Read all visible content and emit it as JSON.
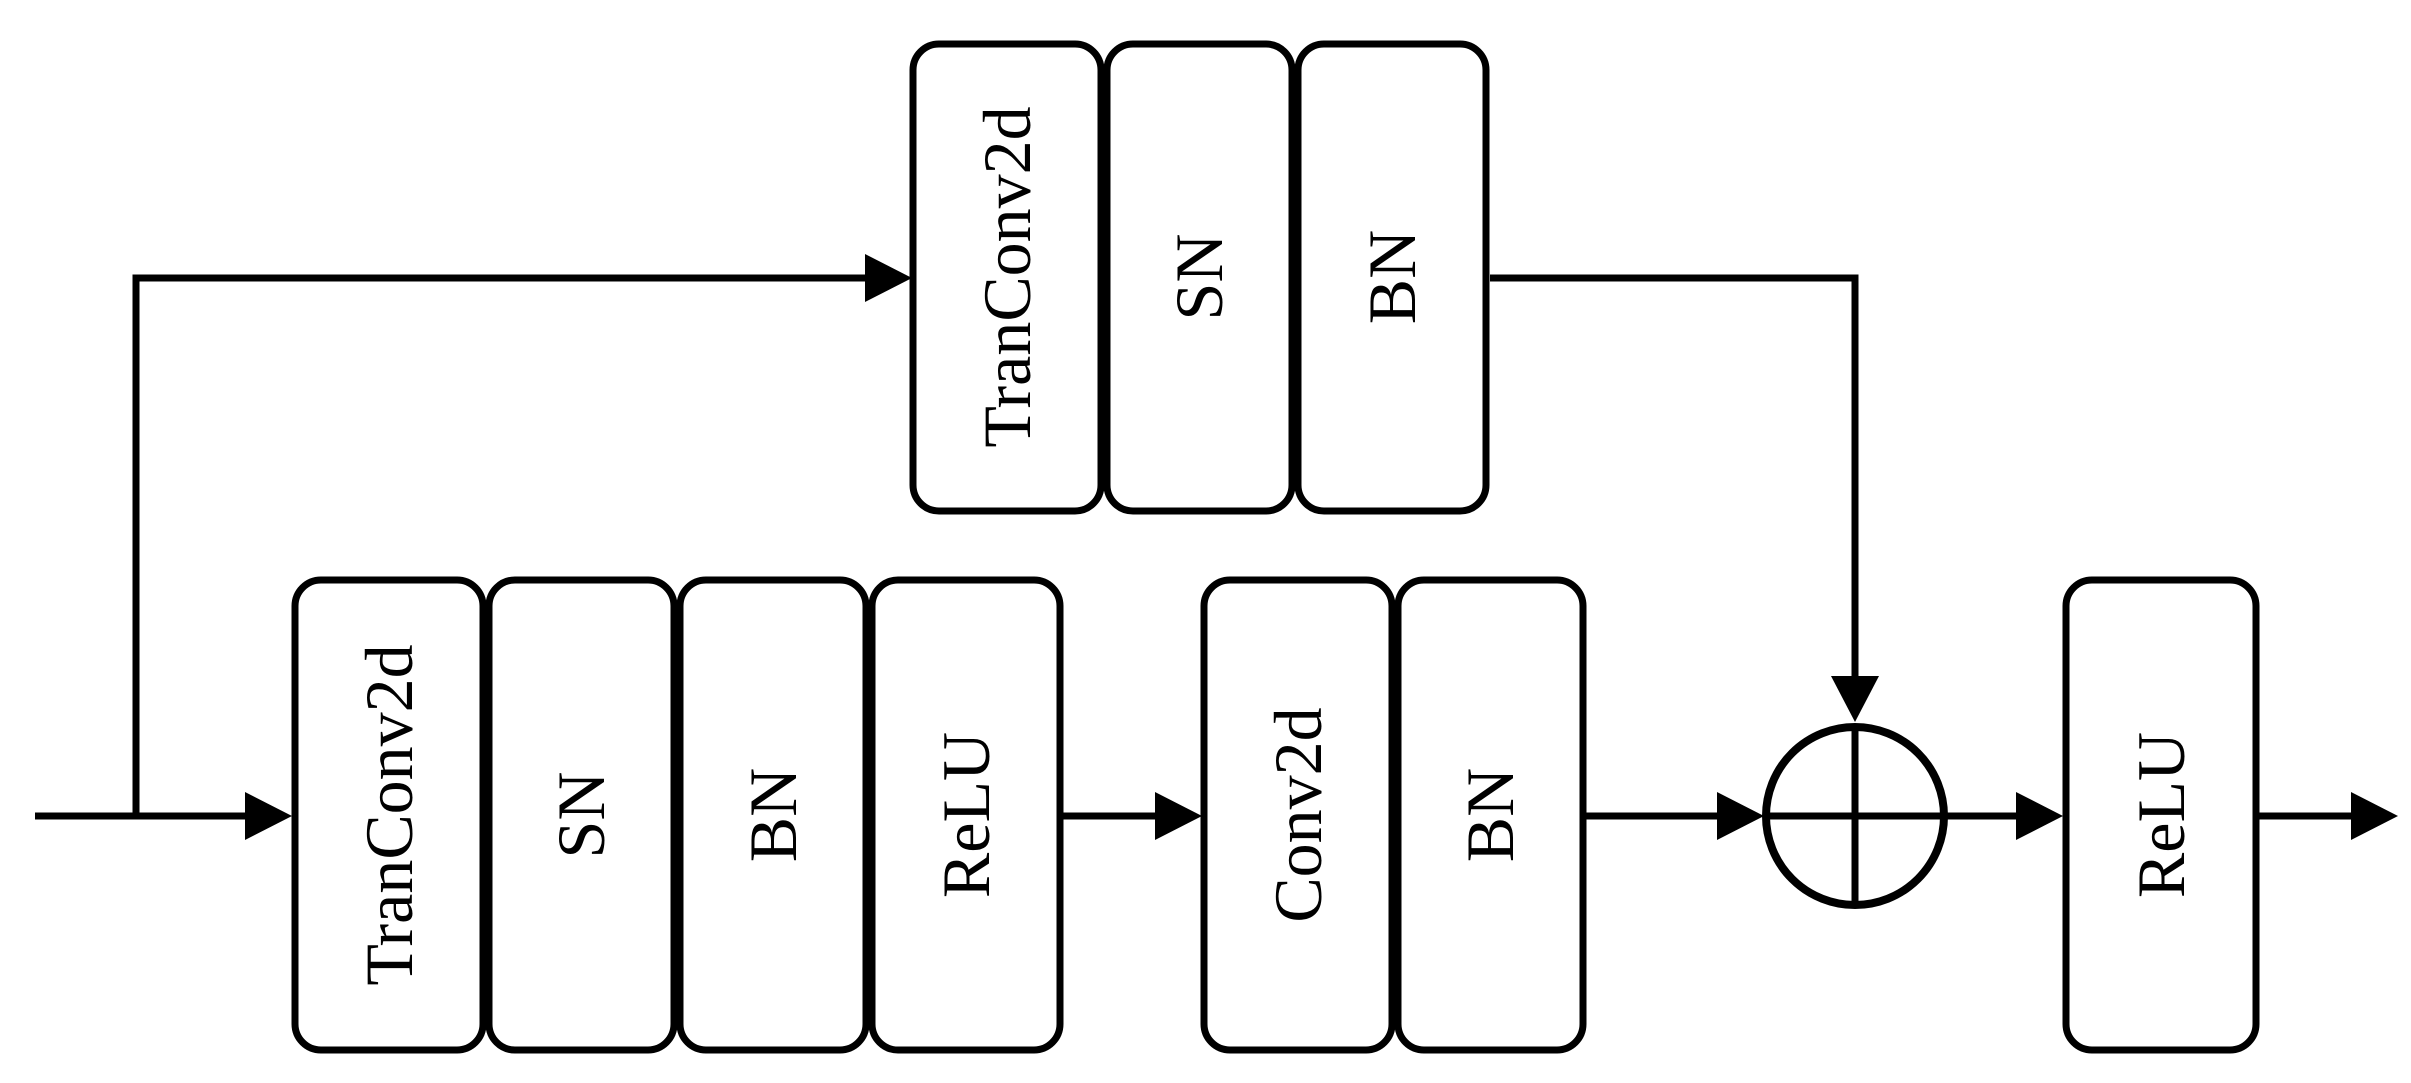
{
  "colors": {
    "stroke": "#000000",
    "fill": "#ffffff",
    "text": "#000000"
  },
  "shortcut": {
    "blocks": [
      {
        "label": "TranConv2d"
      },
      {
        "label": "SN"
      },
      {
        "label": "BN"
      }
    ]
  },
  "main": {
    "group1": [
      {
        "label": "TranConv2d"
      },
      {
        "label": "SN"
      },
      {
        "label": "BN"
      },
      {
        "label": "ReLU"
      }
    ],
    "group2": [
      {
        "label": "Conv2d"
      },
      {
        "label": "BN"
      }
    ],
    "output": {
      "label": "ReLU"
    }
  },
  "sum_node": {
    "symbol": "circle-plus"
  }
}
